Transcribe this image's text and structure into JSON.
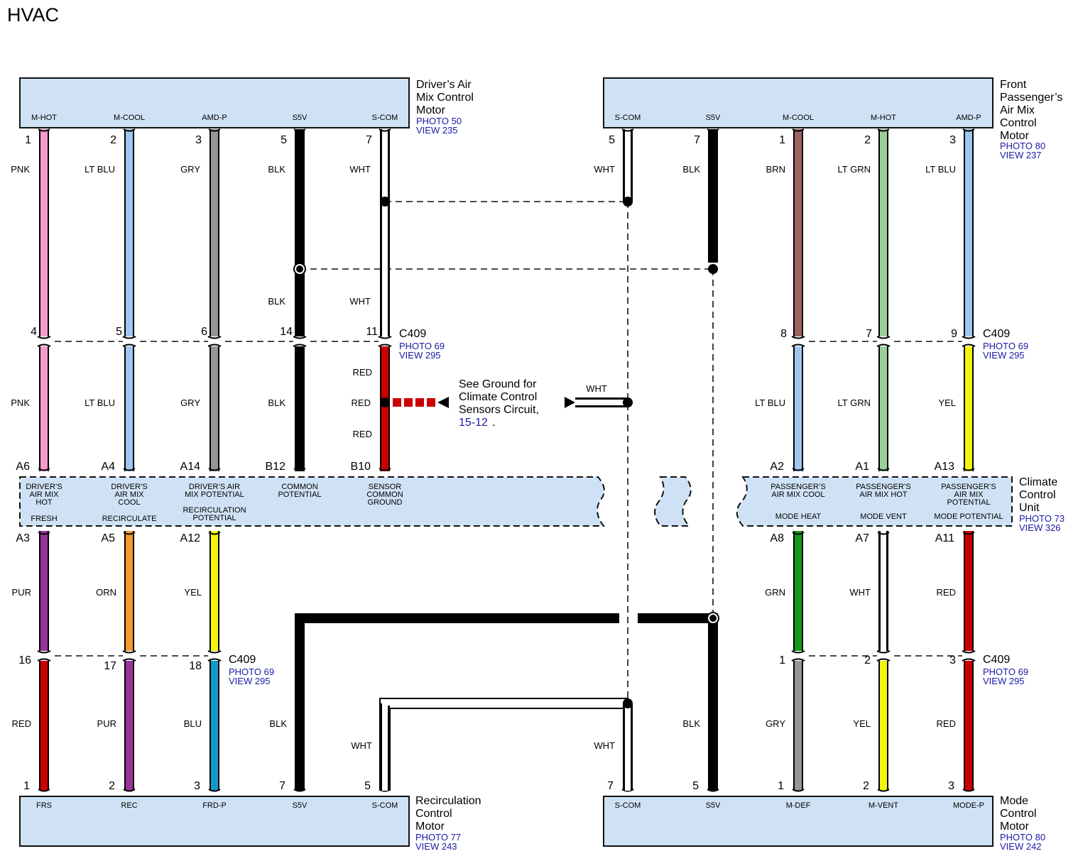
{
  "page_title": "HVAC",
  "components": {
    "drivers_motor": {
      "name": [
        "Driver’s Air",
        "Mix Control",
        "Motor"
      ],
      "photo": "PHOTO 50",
      "view": "VIEW 235",
      "pins": [
        "M-HOT",
        "M-COOL",
        "AMD-P",
        "S5V",
        "S-COM"
      ]
    },
    "pass_motor": {
      "name": [
        "Front",
        "Passenger’s",
        "Air Mix",
        "Control",
        "Motor"
      ],
      "photo": "PHOTO 80",
      "view": "VIEW 237",
      "pins": [
        "S-COM",
        "S5V",
        "M-COOL",
        "M-HOT",
        "AMD-P"
      ]
    },
    "recirc_motor": {
      "name": [
        "Recirculation",
        "Control",
        "Motor"
      ],
      "photo": "PHOTO 77",
      "view": "VIEW 243",
      "pins": [
        "FRS",
        "REC",
        "FRD-P",
        "S5V",
        "S-COM"
      ]
    },
    "mode_motor": {
      "name": [
        "Mode",
        "Control",
        "Motor"
      ],
      "photo": "PHOTO 80",
      "view": "VIEW 242",
      "pins": [
        "S-COM",
        "S5V",
        "M-DEF",
        "M-VENT",
        "MODE-P"
      ]
    },
    "ccu": {
      "name": [
        "Climate",
        "Control",
        "Unit"
      ],
      "photo": "PHOTO 73",
      "view": "VIEW 326",
      "left_top": [
        [
          "DRIVER’S",
          "AIR MIX",
          "HOT"
        ],
        [
          "DRIVER’S",
          "AIR MIX",
          "COOL"
        ],
        [
          "DRIVER’S AIR",
          "MIX POTENTIAL"
        ],
        [
          "COMMON",
          "POTENTIAL"
        ],
        [
          "SENSOR",
          "COMMON",
          "GROUND"
        ]
      ],
      "left_bottom": [
        [
          "FRESH"
        ],
        [
          "RECIRCULATE"
        ],
        [
          "RECIRCULATION",
          "POTENTIAL"
        ]
      ],
      "right_top": [
        [
          "PASSENGER’S",
          "AIR MIX COOL"
        ],
        [
          "PASSENGER’S",
          "AIR MIX HOT"
        ],
        [
          "PASSENGER’S",
          "AIR MIX",
          "POTENTIAL"
        ]
      ],
      "right_bottom": [
        [
          "MODE HEAT"
        ],
        [
          "MODE VENT"
        ],
        [
          "MODE POTENTIAL"
        ]
      ]
    }
  },
  "connector_c409": {
    "name": "C409",
    "photo": "PHOTO 69",
    "view": "VIEW 295"
  },
  "ground_note": {
    "lines": [
      "See Ground for",
      "Climate Control",
      "Sensors Circuit,"
    ],
    "link": "15-12",
    "wire": "WHT"
  },
  "wires_upper_left": [
    {
      "pin_top": "1",
      "color_top": "PNK",
      "c409_pin": "4",
      "color_bottom": "PNK",
      "ccu_pin": "A6"
    },
    {
      "pin_top": "2",
      "color_top": "LT BLU",
      "c409_pin": "5",
      "color_bottom": "LT BLU",
      "ccu_pin": "A4"
    },
    {
      "pin_top": "3",
      "color_top": "GRY",
      "c409_pin": "6",
      "color_bottom": "GRY",
      "ccu_pin": "A14"
    },
    {
      "pin_top": "5",
      "color_top": "BLK",
      "color_mid": "BLK",
      "c409_pin": "14",
      "color_bottom": "BLK",
      "ccu_pin": "B12"
    },
    {
      "pin_top": "7",
      "color_top": "WHT",
      "color_mid": "WHT",
      "c409_pin": "11",
      "color_bottom": "RED",
      "color_bottom2": "RED",
      "ccu_pin": "B10"
    }
  ],
  "wires_upper_right": [
    {
      "pin_top": "5",
      "color_top": "WHT"
    },
    {
      "pin_top": "7",
      "color_top": "BLK"
    },
    {
      "pin_top": "1",
      "color_top": "BRN",
      "c409_pin": "8",
      "color_bottom": "LT BLU",
      "ccu_pin": "A2"
    },
    {
      "pin_top": "2",
      "color_top": "LT GRN",
      "c409_pin": "7",
      "color_bottom": "LT GRN",
      "ccu_pin": "A1"
    },
    {
      "pin_top": "3",
      "color_top": "LT BLU",
      "c409_pin": "9",
      "color_bottom": "YEL",
      "ccu_pin": "A13"
    }
  ],
  "wires_lower_left": [
    {
      "ccu_pin": "A3",
      "color_top": "PUR",
      "c409_pin": "16",
      "color_bottom": "RED",
      "pin_bottom": "1"
    },
    {
      "ccu_pin": "A5",
      "color_top": "ORN",
      "c409_pin": "17",
      "color_bottom": "PUR",
      "pin_bottom": "2"
    },
    {
      "ccu_pin": "A12",
      "color_top": "YEL",
      "c409_pin": "18",
      "color_bottom": "BLU",
      "pin_bottom": "3"
    },
    {
      "color_bottom": "BLK",
      "pin_bottom": "7"
    },
    {
      "color_bottom": "WHT",
      "pin_bottom": "5"
    }
  ],
  "wires_lower_right": [
    {
      "color_bottom": "WHT",
      "pin_bottom": "7"
    },
    {
      "color_bottom": "BLK",
      "pin_bottom": "5"
    },
    {
      "ccu_pin": "A8",
      "color_top": "GRN",
      "c409_pin": "1",
      "color_bottom": "GRY",
      "pin_bottom": "1"
    },
    {
      "ccu_pin": "A7",
      "color_top": "WHT",
      "c409_pin": "2",
      "color_bottom": "YEL",
      "pin_bottom": "2"
    },
    {
      "ccu_pin": "A11",
      "color_top": "RED",
      "c409_pin": "3",
      "color_bottom": "RED",
      "pin_bottom": "3"
    }
  ],
  "wire_colors": {
    "PNK": "#f79ccd",
    "LT BLU": "#9ec8f0",
    "GRY": "#969696",
    "BLK": "#000000",
    "WHT": "#ffffff",
    "RED": "#cc0000",
    "BRN": "#9b6460",
    "LT GRN": "#9ccf9c",
    "YEL": "#f5f50a",
    "PUR": "#9a3399",
    "ORN": "#f7992e",
    "BLU": "#1199cc",
    "GRN": "#13991d"
  }
}
